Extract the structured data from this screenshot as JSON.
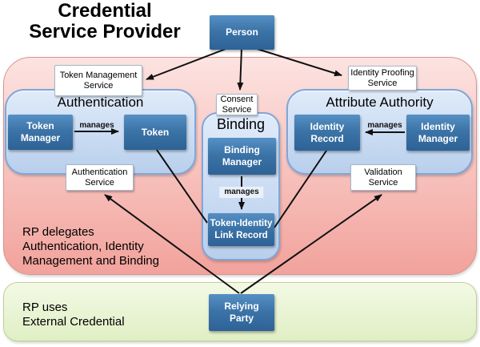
{
  "title": "Credential\nService Provider",
  "containers": {
    "authentication": {
      "label": "Authentication"
    },
    "binding": {
      "label": "Binding"
    },
    "attribute_authority": {
      "label": "Attribute Authority"
    }
  },
  "notes": {
    "csp_delegation": "RP delegates\nAuthentication, Identity\nManagement and Binding",
    "external_credential": "RP uses\nExternal Credential"
  },
  "nodes": {
    "person": {
      "label": "Person"
    },
    "token_management_service": {
      "label": "Token Management\nService"
    },
    "identity_proofing_service": {
      "label": "Identity Proofing\nService"
    },
    "consent_service": {
      "label": "Consent\nService"
    },
    "authentication_service": {
      "label": "Authentication\nService"
    },
    "validation_service": {
      "label": "Validation\nService"
    },
    "token_manager": {
      "label": "Token\nManager"
    },
    "token": {
      "label": "Token"
    },
    "identity_record": {
      "label": "Identity\nRecord"
    },
    "identity_manager": {
      "label": "Identity\nManager"
    },
    "binding_manager": {
      "label": "Binding\nManager"
    },
    "token_identity_link_record": {
      "label": "Token-Identity\nLink Record"
    },
    "relying_party": {
      "label": "Relying\nParty"
    }
  },
  "edge_labels": {
    "manages": "manages"
  },
  "colors": {
    "node_fill_top": "#5690c4",
    "node_fill_bottom": "#2d6295",
    "container_fill": "#c9daf2",
    "container_border": "#7fa7d9",
    "csp_fill": "#f5b1ab",
    "csp_border": "#dd928c",
    "external_fill": "#e6f2cc",
    "external_border": "#bfd193",
    "arrow": "#111111"
  }
}
